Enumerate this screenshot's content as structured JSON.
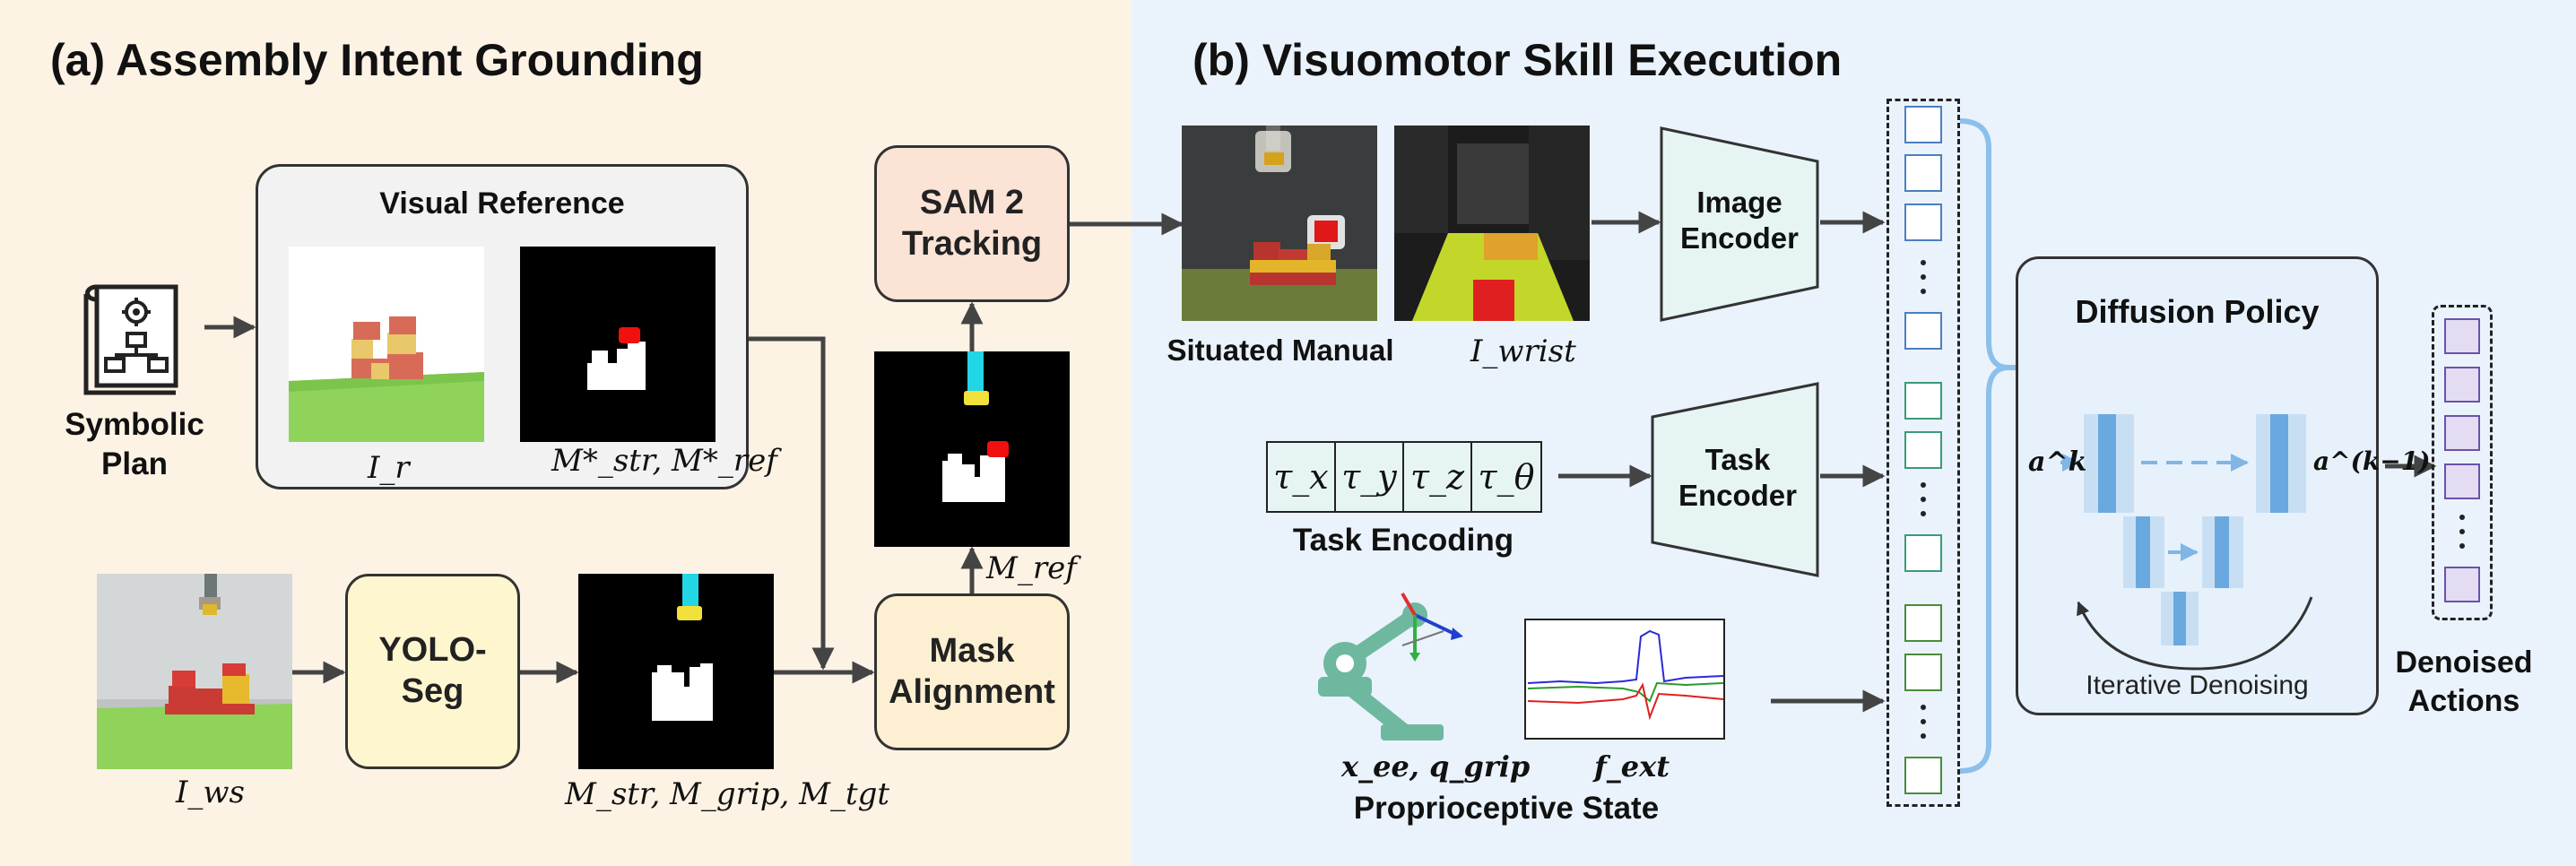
{
  "panel_a": {
    "title": "(a) Assembly Intent Grounding",
    "symbolic_plan_label": "Symbolic Plan",
    "visual_reference_title": "Visual Reference",
    "ir_label": "I_r",
    "mstar_label": "M*_str, M*_ref",
    "iws_label": "I_ws",
    "yolo_label": "YOLO-Seg",
    "masks_label": "M_str, M_grip, M_tgt",
    "sam_label": "SAM 2 Tracking",
    "mask_alignment_label": "Mask Alignment",
    "mref_label": "M_ref"
  },
  "panel_b": {
    "title": "(b) Visuomotor Skill Execution",
    "situated_manual_label": "Situated Manual",
    "iwrist_label": "I_wrist",
    "image_encoder_label": "Image Encoder",
    "task_encoder_label": "Task Encoder",
    "tau_cells": [
      "τ_x",
      "τ_y",
      "τ_z",
      "τ_θ"
    ],
    "task_encoding_label": "Task Encoding",
    "proprio_label": "Proprioceptive State",
    "xee_label": "x_ee, q_grip",
    "fext_label": "f_ext",
    "diffusion_title": "Diffusion Policy",
    "ak_label": "a^k",
    "ak1_label": "a^(k−1)",
    "iterative_label": "Iterative Denoising",
    "denoised_label": "Denoised Actions"
  },
  "colors": {
    "panel_a_bg": "#fdf3e5",
    "panel_b_bg": "#eaf3fb",
    "sam_fill": "#fbe3d6",
    "yolo_fill": "#fdf6cf",
    "mask_fill": "#fdf0d2",
    "encoder_fill": "#e6f5f3",
    "diffusion_fill": "#e6f1fb",
    "token_blue": "#4a7fc1",
    "token_green": "#3c9a79",
    "token_dkgreen": "#4a8c3a",
    "action_purple": "#6a52a8"
  }
}
